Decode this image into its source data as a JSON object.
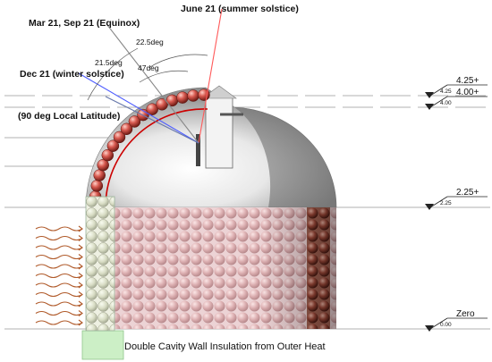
{
  "labels": {
    "summer": "June 21 (summer solstice)",
    "equinox": "Mar 21, Sep 21  (Equinox)",
    "winter": "Dec 21  (winter solstice)",
    "latitude": "(90 deg Local Latitude)",
    "angle_22_5": "22.5deg",
    "angle_21_5": "21.5deg",
    "angle_47": "47deg",
    "caption": "Double Cavity Wall Insulation from Outer Heat"
  },
  "levels": [
    {
      "main": "4.25+",
      "sub": "4.25"
    },
    {
      "main": "4.00+",
      "sub": "4.00"
    },
    {
      "main": "2.25+",
      "sub": "2.25"
    },
    {
      "main": "Zero",
      "sub": "0.00"
    }
  ],
  "colors": {
    "summer_ray": "#ff5a5a",
    "equinox_ray": "#888888",
    "winter_ray": "#4d5cff",
    "lat_ray": "#6677aa",
    "heat_wave": "#b05a2a",
    "dome_inner_arc": "#cc0000",
    "cavity_box": "#ccefc6"
  }
}
